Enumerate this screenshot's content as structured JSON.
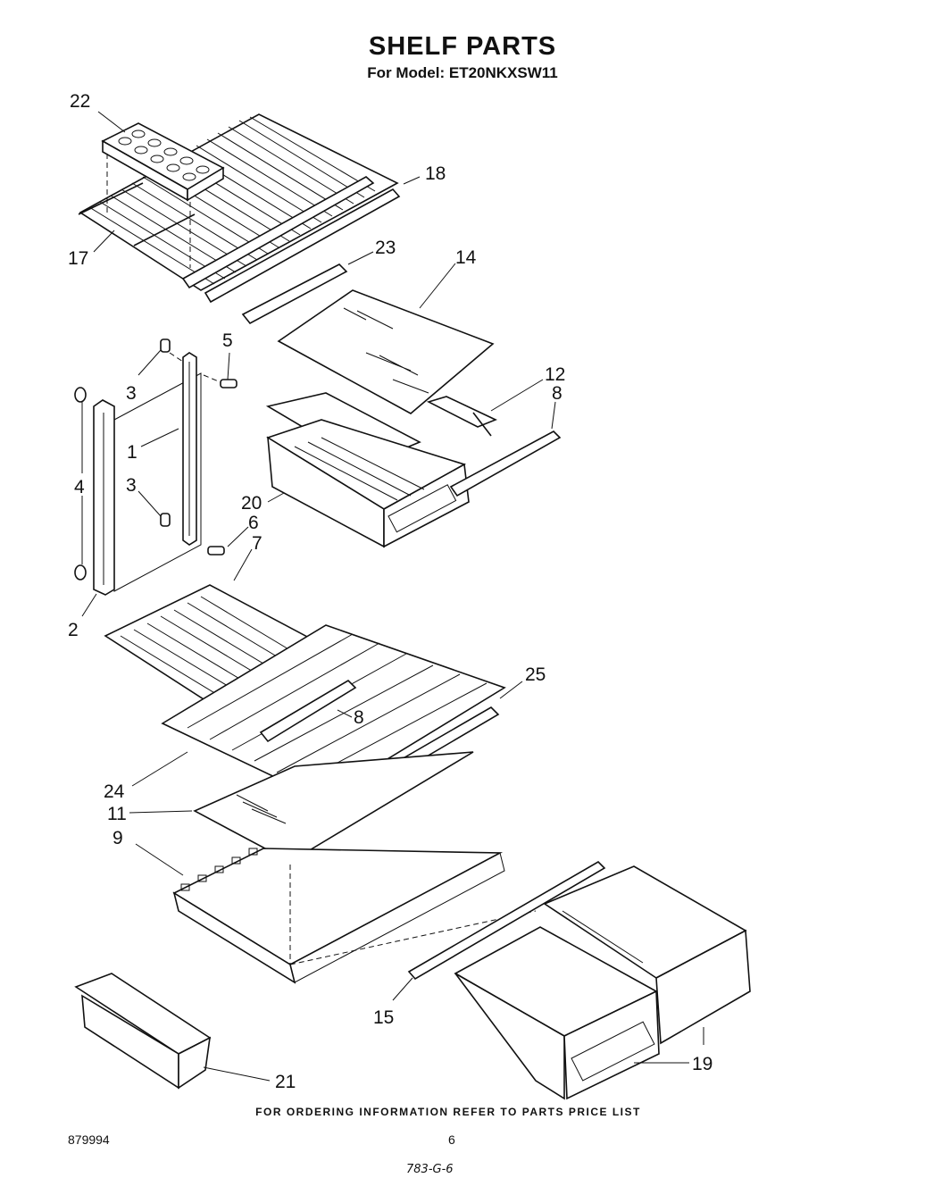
{
  "header": {
    "title": "SHELF PARTS",
    "subtitle": "For Model: ET20NKXSW11"
  },
  "callouts": {
    "c22": "22",
    "c18": "18",
    "c17": "17",
    "c23": "23",
    "c14": "14",
    "c5": "5",
    "c3a": "3",
    "c12": "12",
    "c8a": "8",
    "c4": "4",
    "c1": "1",
    "c3b": "3",
    "c20": "20",
    "c6": "6",
    "c7": "7",
    "c2": "2",
    "c25": "25",
    "c8b": "8",
    "c24": "24",
    "c11": "11",
    "c9": "9",
    "c15": "15",
    "c19": "19",
    "c21": "21"
  },
  "footer": {
    "ordering_note": "FOR ORDERING INFORMATION REFER TO PARTS PRICE LIST",
    "doc_number": "879994",
    "page_number": "6",
    "handwritten": "783-G-6"
  }
}
